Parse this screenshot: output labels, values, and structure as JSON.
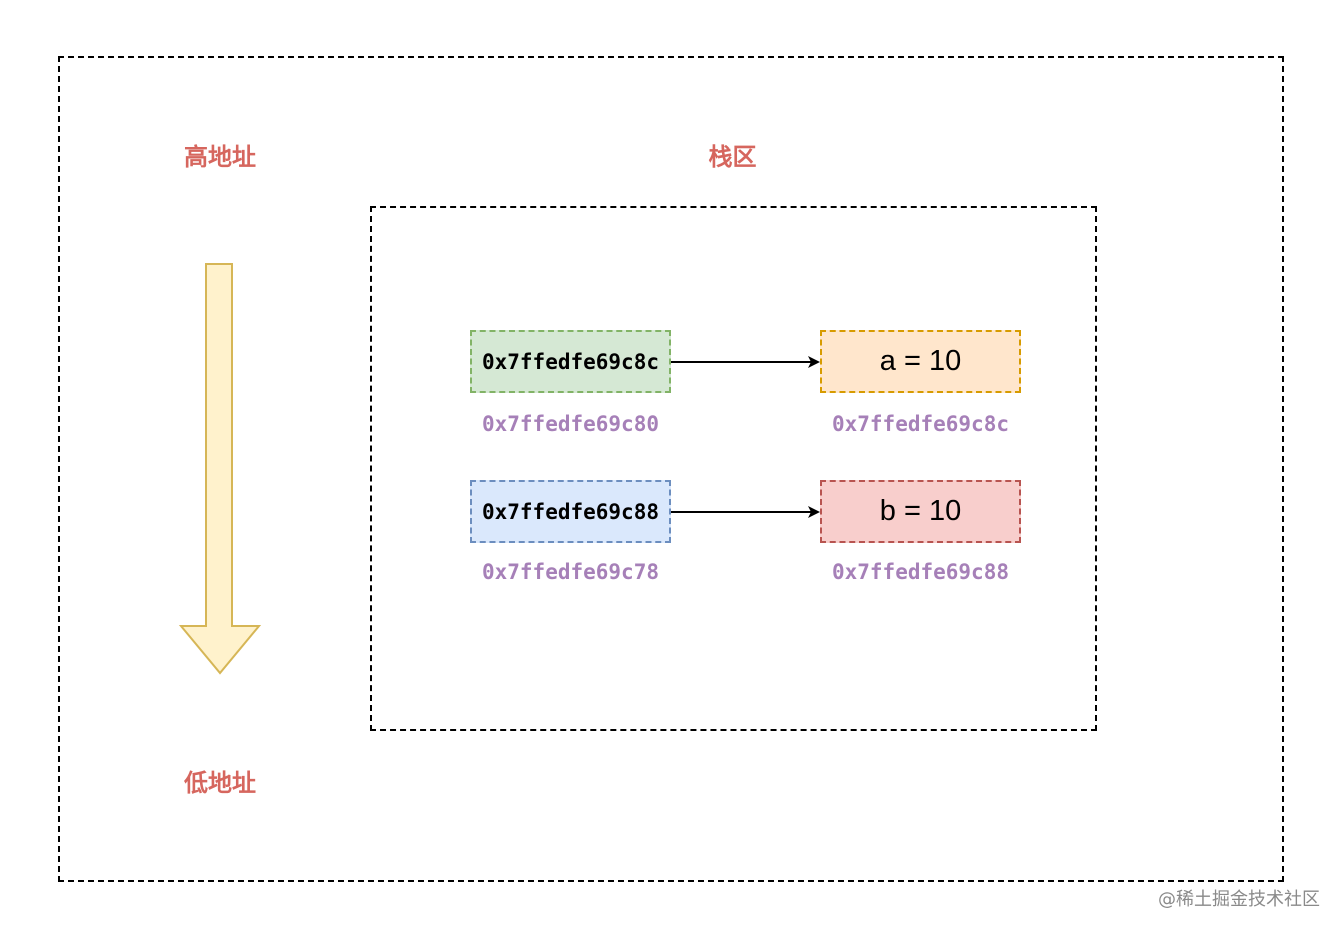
{
  "labels": {
    "high_address": "高地址",
    "low_address": "低地址",
    "stack_area": "栈区"
  },
  "pointers": [
    {
      "value": "0x7ffedfe69c8c",
      "address": "0x7ffedfe69c80"
    },
    {
      "value": "0x7ffedfe69c88",
      "address": "0x7ffedfe69c78"
    }
  ],
  "variables": [
    {
      "text": "a = 10",
      "address": "0x7ffedfe69c8c"
    },
    {
      "text": "b = 10",
      "address": "0x7ffedfe69c88"
    }
  ],
  "watermark": "@稀土掘金技术社区",
  "colors": {
    "label_red": "#d6665e",
    "address_purple": "#a680b8",
    "green_fill": "#d5e8d4",
    "green_border": "#82b366",
    "blue_fill": "#dae8fc",
    "blue_border": "#6c8ebf",
    "orange_fill": "#ffe6cc",
    "orange_border": "#d79b00",
    "red_fill": "#f8cecc",
    "red_border": "#b85450",
    "arrow_fill": "#fff2cc",
    "arrow_border": "#d6b656"
  }
}
